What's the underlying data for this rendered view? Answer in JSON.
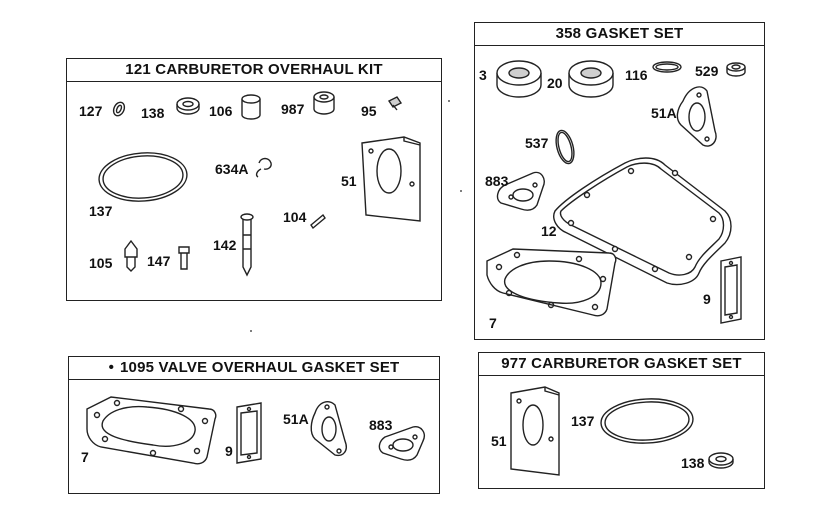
{
  "panels": {
    "carb_kit": {
      "title": "121 CARBURETOR OVERHAUL KIT",
      "parts": {
        "p127": "127",
        "p138": "138",
        "p106": "106",
        "p987": "987",
        "p95": "95",
        "p137": "137",
        "p634a": "634A",
        "p51": "51",
        "p104": "104",
        "p142": "142",
        "p105": "105",
        "p147": "147"
      }
    },
    "gasket_set": {
      "title": "358 GASKET SET",
      "parts": {
        "p3": "3",
        "p20": "20",
        "p116": "116",
        "p529": "529",
        "p51a": "51A",
        "p537": "537",
        "p883": "883",
        "p12": "12",
        "p7": "7",
        "p9": "9"
      }
    },
    "valve_set": {
      "title": "1095 VALVE OVERHAUL GASKET SET",
      "bullet": "•",
      "parts": {
        "p7": "7",
        "p9": "9",
        "p51a": "51A",
        "p883": "883"
      }
    },
    "carb_gasket": {
      "title": "977 CARBURETOR GASKET SET",
      "parts": {
        "p51": "51",
        "p137": "137",
        "p138": "138"
      }
    }
  }
}
